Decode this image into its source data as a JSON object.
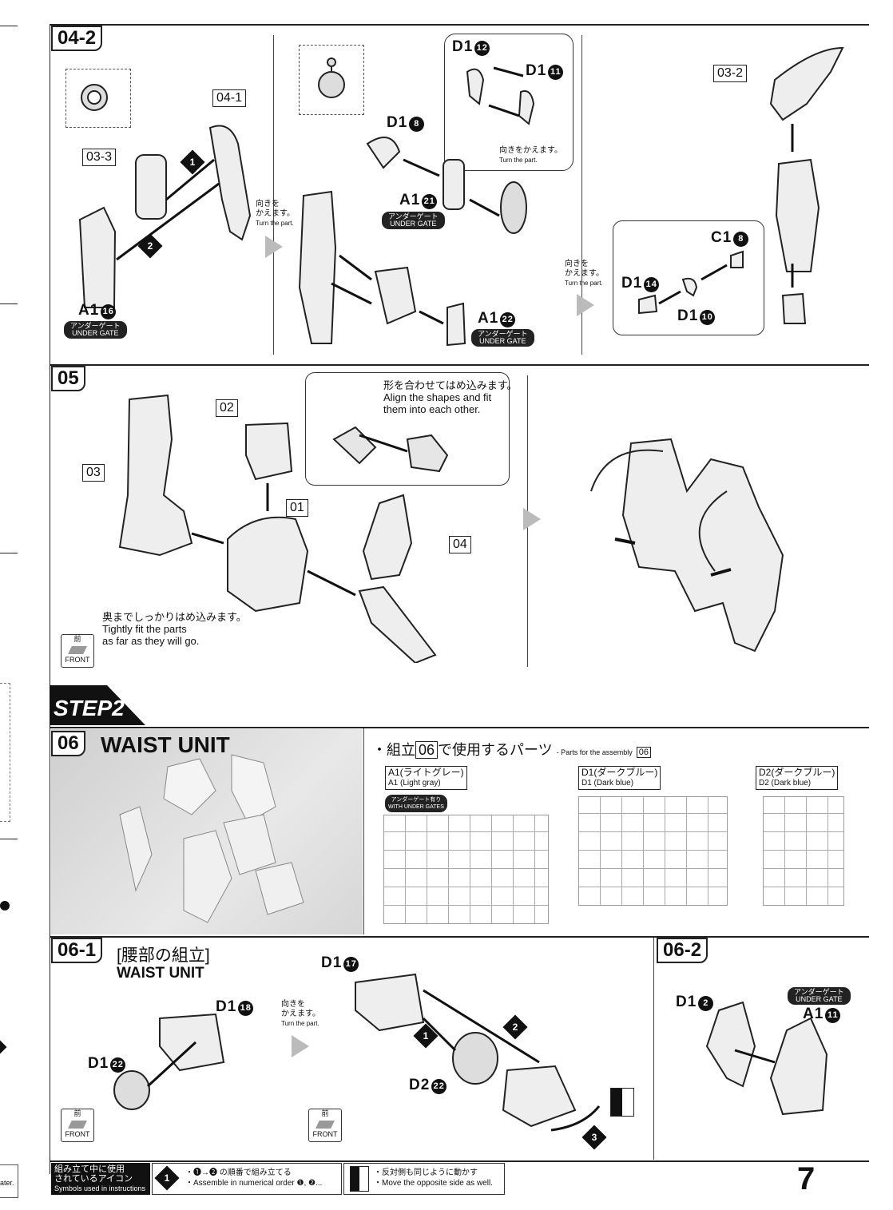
{
  "page_number": "7",
  "step_04_2": {
    "label": "04-2",
    "tag_04_1": "04-1",
    "tag_03_3": "03-3",
    "tag_03_2": "03-2",
    "part_a1_16": "A1",
    "num_16": "16",
    "part_d1_12": "D1",
    "num_12": "12",
    "part_d1_11": "D1",
    "num_11": "11",
    "part_d1_8": "D1",
    "num_8": "8",
    "part_a1_21": "A1",
    "num_21": "21",
    "part_a1_22": "A1",
    "num_22": "22",
    "part_c1_8": "C1",
    "num_c8": "8",
    "part_d1_14": "D1",
    "num_14": "14",
    "part_d1_10": "D1",
    "num_10": "10",
    "under_gate_jp": "アンダーゲート",
    "under_gate_en": "UNDER GATE",
    "turn_jp_1": "向きを",
    "turn_jp_2": "かえます。",
    "turn_en": "Turn the part.",
    "turn_single_jp": "向きをかえます。",
    "mark_1": "1",
    "mark_2": "2"
  },
  "step_05": {
    "label": "05",
    "tag_02": "02",
    "tag_03": "03",
    "tag_01": "01",
    "tag_04": "04",
    "align_jp": "形を合わせてはめ込みます。",
    "align_en_1": "Align the shapes and fit",
    "align_en_2": "them into each other.",
    "fit_jp": "奥までしっかりはめ込みます。",
    "fit_en_1": "Tightly fit the parts",
    "fit_en_2": "as far as they will go.",
    "front_jp": "前",
    "front_en": "FRONT"
  },
  "step2": {
    "banner": "STEP2",
    "label_06": "06",
    "title": "WAIST UNIT",
    "parts_heading_jp": "・組立",
    "parts_heading_box": "06",
    "parts_heading_jp2": "で使用するパーツ",
    "parts_heading_en": "- Parts for the assembly",
    "parts_heading_en_box": "06",
    "sprues": [
      {
        "jp": "A1(ライトグレー)",
        "en": "A1 (Light gray)"
      },
      {
        "jp": "D1(ダークブルー)",
        "en": "D1 (Dark blue)"
      },
      {
        "jp": "D2(ダークブルー)",
        "en": "D2 (Dark blue)"
      }
    ],
    "under_gates_jp": "アンダーゲート有り",
    "under_gates_en": "WITH UNDER GATES"
  },
  "step_06_1": {
    "label": "06-1",
    "title_jp": "[腰部の組立]",
    "title_en": "WAIST UNIT",
    "part_d1_18": "D1",
    "num_18": "18",
    "part_d1_22": "D1",
    "num_22": "22",
    "part_d1_17": "D1",
    "num_17": "17",
    "part_d2_22": "D2",
    "num_d22": "22",
    "mark_3": "3"
  },
  "step_06_2": {
    "label": "06-2",
    "part_d1_2": "D1",
    "num_2": "2",
    "part_a1_11": "A1",
    "num_11": "11"
  },
  "legend": {
    "title_jp_1": "組み立て中に使用",
    "title_jp_2": "されているアイコン",
    "title_en": "Symbols used in instructions",
    "order_jp": "・❶→❷ の順番で組み立てる",
    "order_en": "・Assemble in numerical order ❶, ❷...",
    "opposite_jp": "・反対側も同じように動かす",
    "opposite_en": "・Move the opposite side as well."
  },
  "margin_text": "ater."
}
